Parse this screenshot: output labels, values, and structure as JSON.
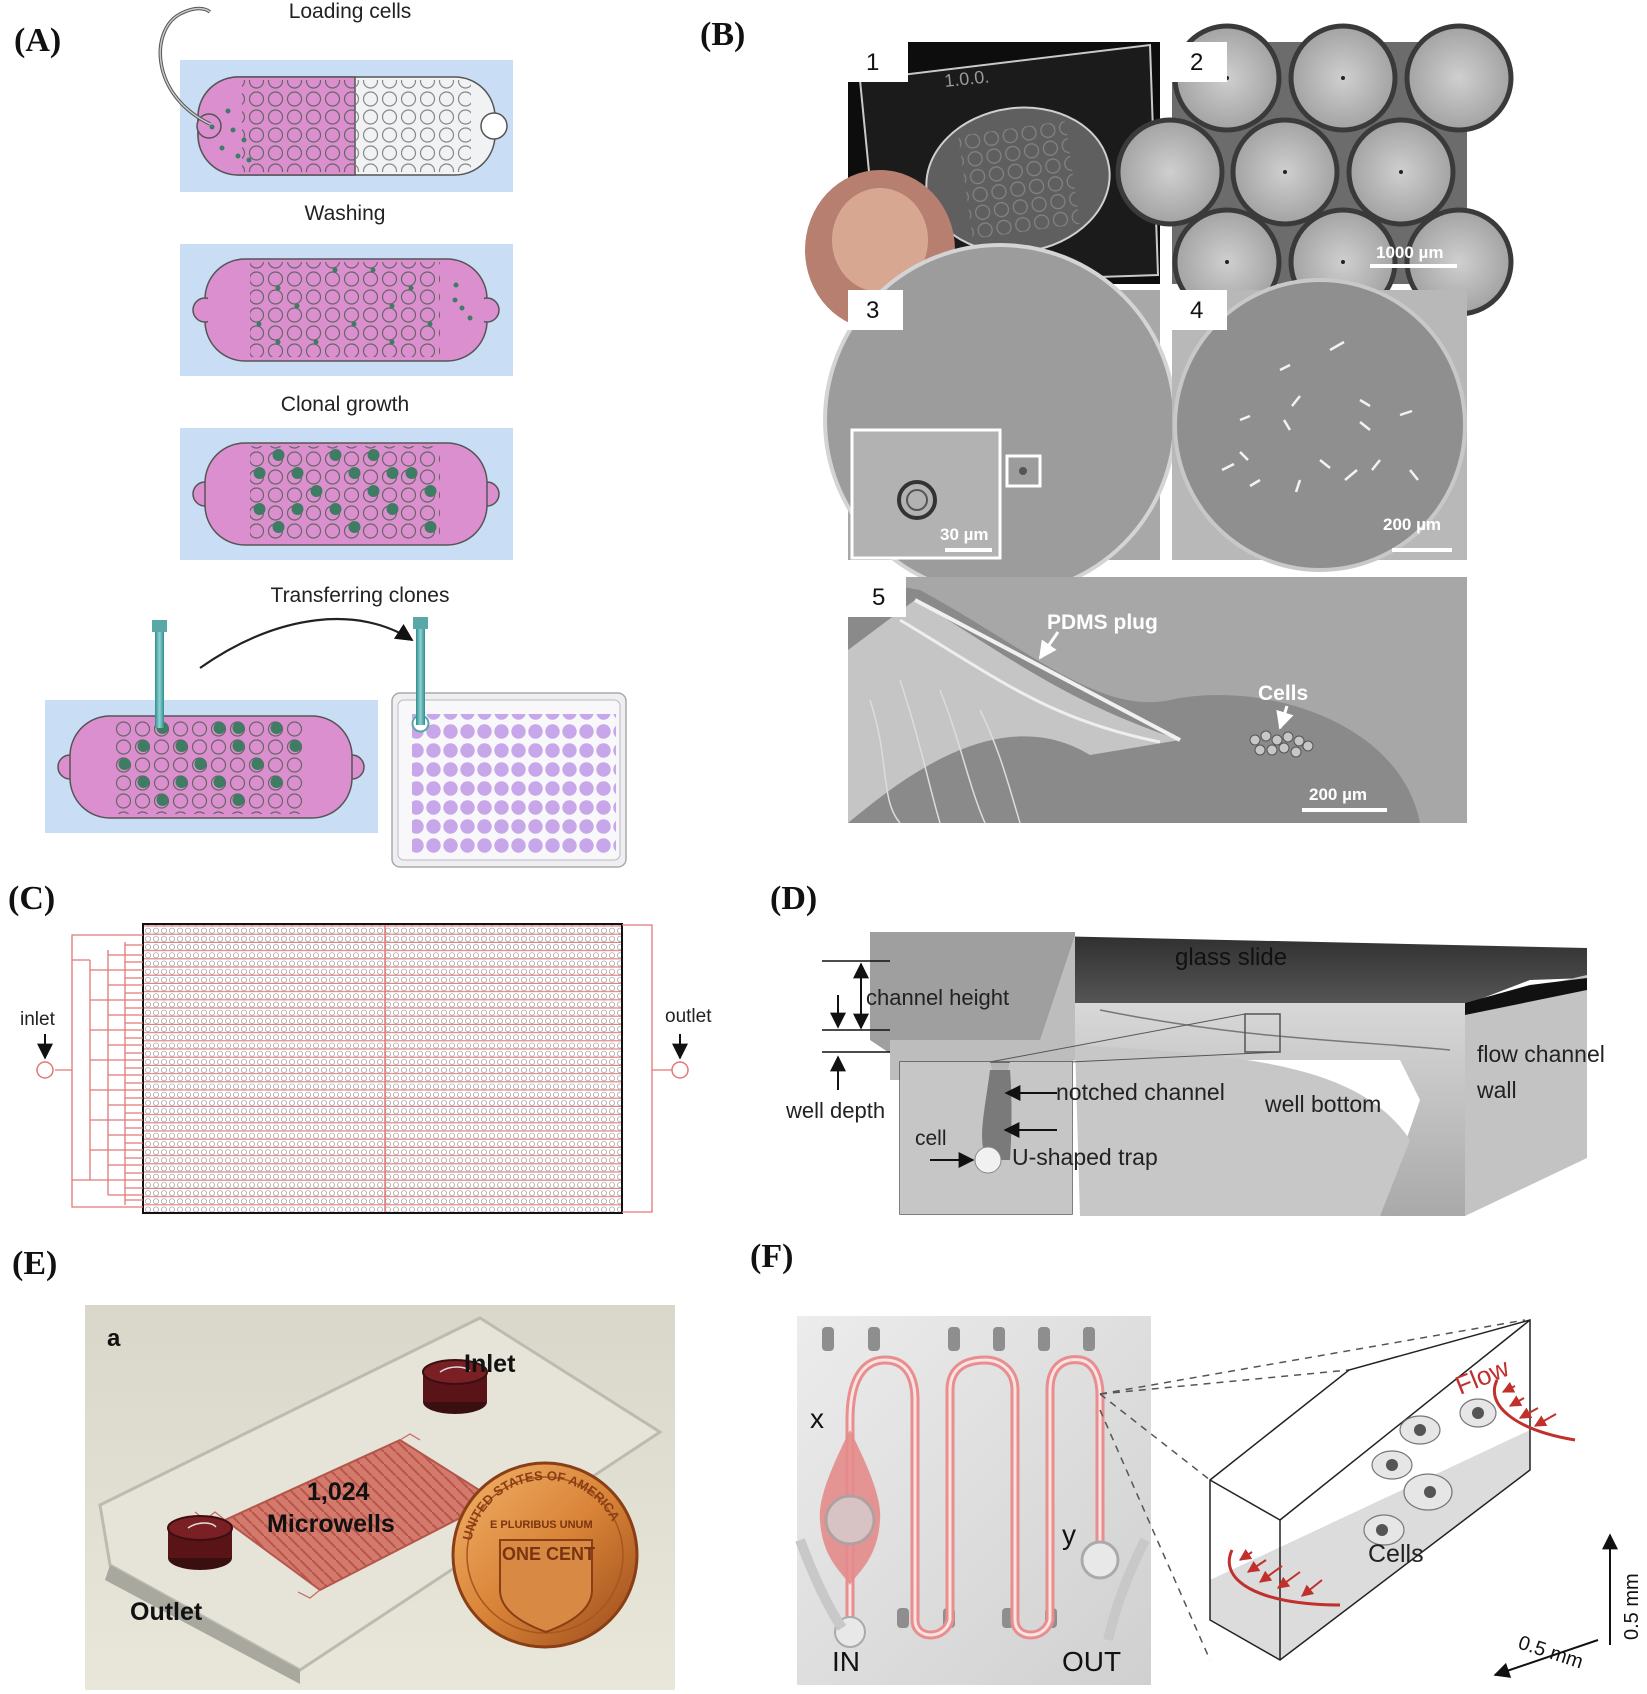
{
  "panels": {
    "A": {
      "label": "(A)",
      "steps": [
        "Loading cells",
        "Washing",
        "Clonal growth",
        "Transferring clones"
      ]
    },
    "B": {
      "label": "(B)",
      "subpanels": [
        "1",
        "2",
        "3",
        "4",
        "5"
      ],
      "plate_text": "1.0.0.",
      "scale_bars": {
        "s2": "1000 µm",
        "s3": "30 µm",
        "s4": "200 µm",
        "s5": "200 µm"
      },
      "annotations": {
        "pdms_plug": "PDMS plug",
        "cells": "Cells"
      }
    },
    "C": {
      "label": "(C)",
      "inlet": "inlet",
      "outlet": "outlet"
    },
    "D": {
      "label": "(D)",
      "glass_slide": "glass slide",
      "channel_height": "channel height",
      "well_depth": "well depth",
      "notched_channel": "notched channel",
      "cell": "cell",
      "u_trap": "U-shaped trap",
      "well_bottom": "well bottom",
      "flow_channel_wall_1": "flow channel",
      "flow_channel_wall_2": "wall"
    },
    "E": {
      "label": "(E)",
      "sub": "a",
      "inlet": "Inlet",
      "outlet": "Outlet",
      "count": "1,024",
      "microwells": "Microwells",
      "coin_top": "UNITED STATES OF AMERICA",
      "coin_motto": "E PLURIBUS UNUM",
      "coin_value": "ONE CENT"
    },
    "F": {
      "label": "(F)",
      "x": "x",
      "y": "y",
      "in": "IN",
      "out": "OUT",
      "flow": "Flow",
      "cells": "Cells",
      "dim_vertical": "0.5 mm",
      "dim_depth": "0.5 mm"
    }
  },
  "colors": {
    "chamber_pink": "#dc8fcf",
    "chamber_bg": "#c9def4",
    "colony_green": "#3e7d63",
    "plate_purple": "#c7a6e9",
    "channel_red": "#e07878",
    "flow_red": "#c0302c"
  }
}
